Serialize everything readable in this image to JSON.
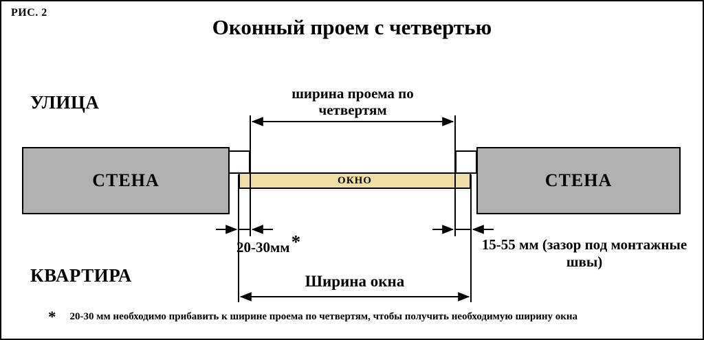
{
  "figure": {
    "fig_label": "РИС. 2",
    "title": "Оконный проем с четвертью",
    "zone_top_label": "УЛИЦА",
    "zone_bottom_label": "КВАРТИРА",
    "wall_left_label": "СТЕНА",
    "wall_right_label": "СТЕНА",
    "window_label": "ОКНО",
    "dims": {
      "opening_by_quarters_line1": "ширина проема по",
      "opening_by_quarters_line2": "четвертям",
      "quarter_overlap": "20-30мм",
      "quarter_overlap_mark": "*",
      "mounting_gap": "15-55 мм (зазор под монтажные швы)",
      "window_width": "Ширина окна"
    },
    "footnote": {
      "mark": "*",
      "text": "20-30 мм необходимо прибавить к ширине проема по четвертям, чтобы получить необходимую ширину окна"
    },
    "colors": {
      "wall": "#b1b1b1",
      "window": "#f0dfa3",
      "line": "#000000"
    }
  }
}
